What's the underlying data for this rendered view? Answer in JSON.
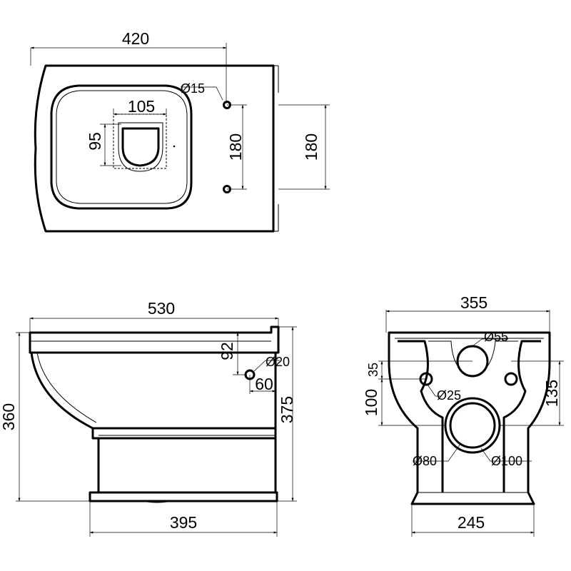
{
  "top_view": {
    "width": "420",
    "hole_diameter": "Ø15",
    "hole_spacing": "180",
    "wall_plate_height": "180",
    "outlet_width": "105",
    "outlet_depth": "95"
  },
  "side_view": {
    "length": "530",
    "total_height": "360",
    "rim_height": "375",
    "base_length": "395",
    "fix_hole_height": "92",
    "fix_hole_diameter": "Ø20",
    "fix_hole_offset": "60"
  },
  "rear_view": {
    "width": "355",
    "base_width": "245",
    "water_inlet_diameter": "Ø55",
    "fix_hole_diameter": "Ø25",
    "outlet_inner_diameter": "Ø80",
    "outlet_outer_diameter": "Ø100",
    "dim_35": "35",
    "dim_100": "100",
    "dim_135": "135"
  }
}
